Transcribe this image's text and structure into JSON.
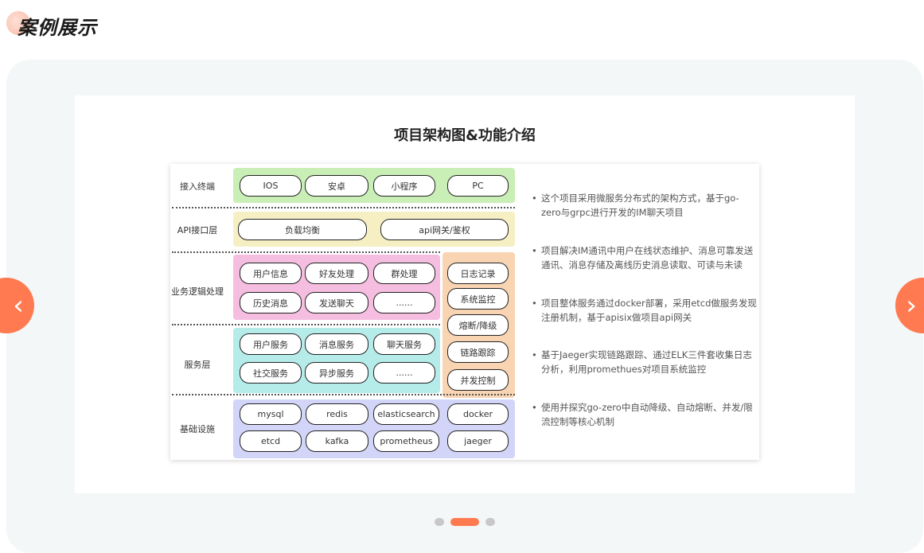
{
  "section_title": "案例展示",
  "card_title": "项目架构图&功能介绍",
  "layers": {
    "terminal": {
      "label": "接入终端",
      "items": [
        "IOS",
        "安卓",
        "小程序",
        "PC"
      ]
    },
    "api": {
      "label": "API接口层",
      "items": [
        "负载均衡",
        "api网关/鉴权"
      ]
    },
    "logic": {
      "label": "业务逻辑处理",
      "items": [
        "用户信息",
        "好友处理",
        "群处理",
        "历史消息",
        "发送聊天",
        "......"
      ]
    },
    "service": {
      "label": "服务层",
      "items": [
        "用户服务",
        "消息服务",
        "聊天服务",
        "社交服务",
        "异步服务",
        "......"
      ]
    },
    "infra": {
      "label": "基础设施",
      "items": [
        "mysql",
        "redis",
        "elasticsearch",
        "docker",
        "etcd",
        "kafka",
        "prometheus",
        "jaeger"
      ]
    },
    "governance": {
      "items": [
        "日志记录",
        "系统监控",
        "熔断/降级",
        "链路跟踪",
        "并发控制"
      ]
    }
  },
  "bullets": [
    "这个项目采用微服务分布式的架构方式，基于go-zero与grpc进行开发的IM聊天项目",
    "项目解决IM通讯中用户在线状态维护、消息可靠发送通讯、消息存储及离线历史消息读取、可读与未读",
    "项目整体服务通过docker部署，采用etcd做服务发现注册机制，基于apisix做项目api网关",
    "基于Jaeger实现链路跟踪、通过ELK三件套收集日志分析，利用promethues对项目系统监控",
    "使用并探究go-zero中自动降级、自动熔断、并发/限流控制等核心机制"
  ],
  "carousel": {
    "current_index": 1,
    "total": 3
  },
  "colors": {
    "accent": "#ff7a50",
    "green": "#c9efb6",
    "yellow": "#f6efc4",
    "pink": "#f5bde0",
    "orange": "#f8d4b3",
    "cyan": "#b5ebe9",
    "blue": "#d2d5f7"
  }
}
